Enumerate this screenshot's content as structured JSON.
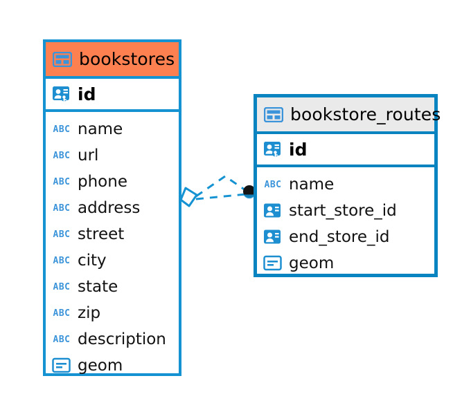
{
  "diagram": {
    "type": "entity-relationship-diagram",
    "background_color": "#ffffff",
    "accent_color": "#1492d2",
    "selected_color": "#0a84c0",
    "highlight_color": "#fd8050",
    "header_gray": "#eaeaea"
  },
  "entities": [
    {
      "name": "bookstores",
      "header_icon": "table-icon",
      "header_color": "#fd8050",
      "border_color": "#1492d2",
      "primary_key": {
        "label": "id",
        "icon": "primary-key-icon"
      },
      "fields": [
        {
          "label": "name",
          "icon": "abc-icon",
          "type": "text"
        },
        {
          "label": "url",
          "icon": "abc-icon",
          "type": "text"
        },
        {
          "label": "phone",
          "icon": "abc-icon",
          "type": "text"
        },
        {
          "label": "address",
          "icon": "abc-icon",
          "type": "text"
        },
        {
          "label": "street",
          "icon": "abc-icon",
          "type": "text"
        },
        {
          "label": "city",
          "icon": "abc-icon",
          "type": "text"
        },
        {
          "label": "state",
          "icon": "abc-icon",
          "type": "text"
        },
        {
          "label": "zip",
          "icon": "abc-icon",
          "type": "text"
        },
        {
          "label": "description",
          "icon": "abc-icon",
          "type": "text"
        },
        {
          "label": "geom",
          "icon": "geometry-icon",
          "type": "geometry"
        }
      ]
    },
    {
      "name": "bookstore_routes",
      "header_icon": "table-icon",
      "header_color": "#eaeaea",
      "border_color": "#0a84c0",
      "primary_key": {
        "label": "id",
        "icon": "primary-key-icon"
      },
      "fields": [
        {
          "label": "name",
          "icon": "abc-icon",
          "type": "text"
        },
        {
          "label": "start_store_id",
          "icon": "foreign-key-icon",
          "type": "reference"
        },
        {
          "label": "end_store_id",
          "icon": "foreign-key-icon",
          "type": "reference"
        },
        {
          "label": "geom",
          "icon": "geometry-icon",
          "type": "geometry"
        }
      ]
    }
  ],
  "relationship": {
    "style": "dashed",
    "color": "#1492d2",
    "source_marker": "rhombus",
    "target_marker": "filled-circle",
    "target_marker_color": "#141414",
    "branch_count": 2
  },
  "icon_glyphs": {
    "abc-icon": "ABC"
  }
}
